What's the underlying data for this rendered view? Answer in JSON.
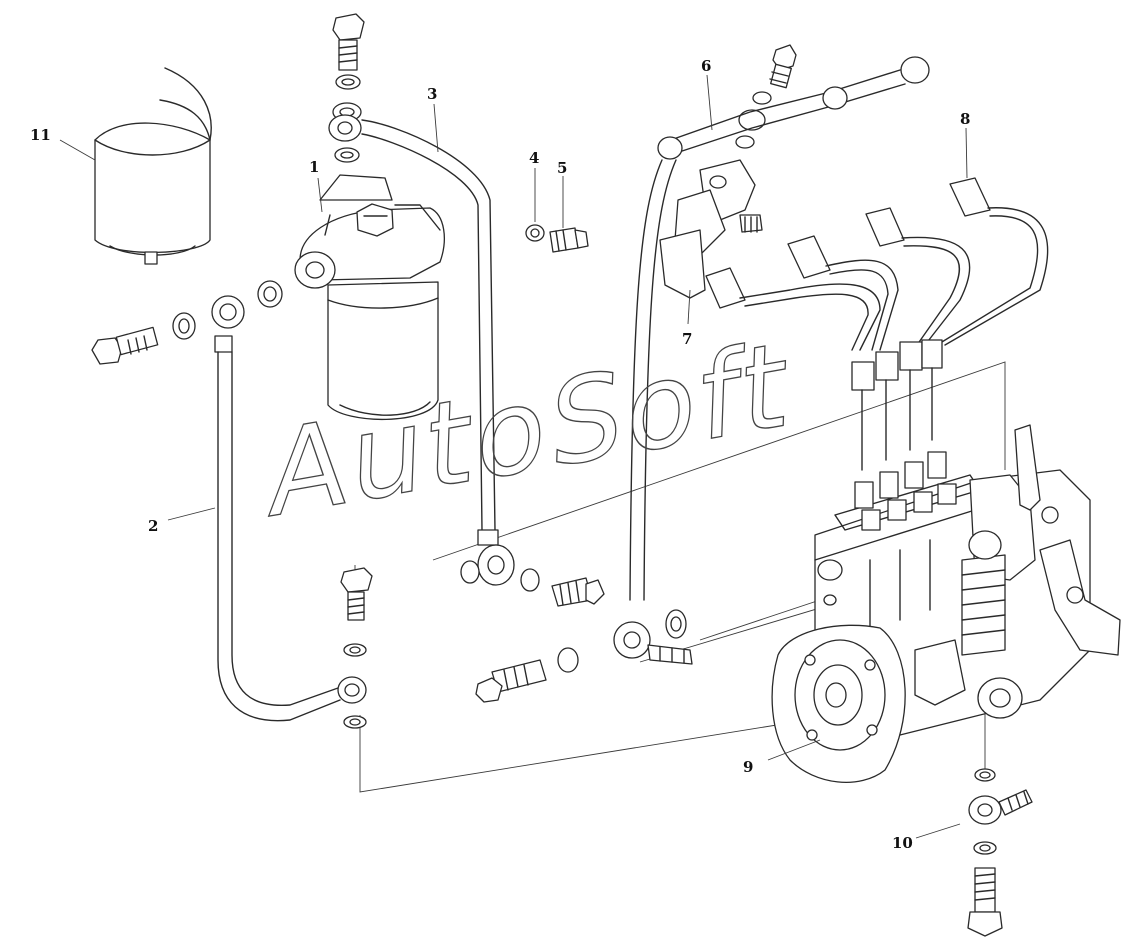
{
  "watermark": {
    "text": "AutoSoft"
  },
  "callouts": [
    {
      "id": "1",
      "label": "1"
    },
    {
      "id": "2",
      "label": "2"
    },
    {
      "id": "3",
      "label": "3"
    },
    {
      "id": "4",
      "label": "4"
    },
    {
      "id": "5",
      "label": "5"
    },
    {
      "id": "6",
      "label": "6"
    },
    {
      "id": "7",
      "label": "7"
    },
    {
      "id": "8",
      "label": "8"
    },
    {
      "id": "9",
      "label": "9"
    },
    {
      "id": "10",
      "label": "10"
    },
    {
      "id": "11",
      "label": "11"
    }
  ]
}
